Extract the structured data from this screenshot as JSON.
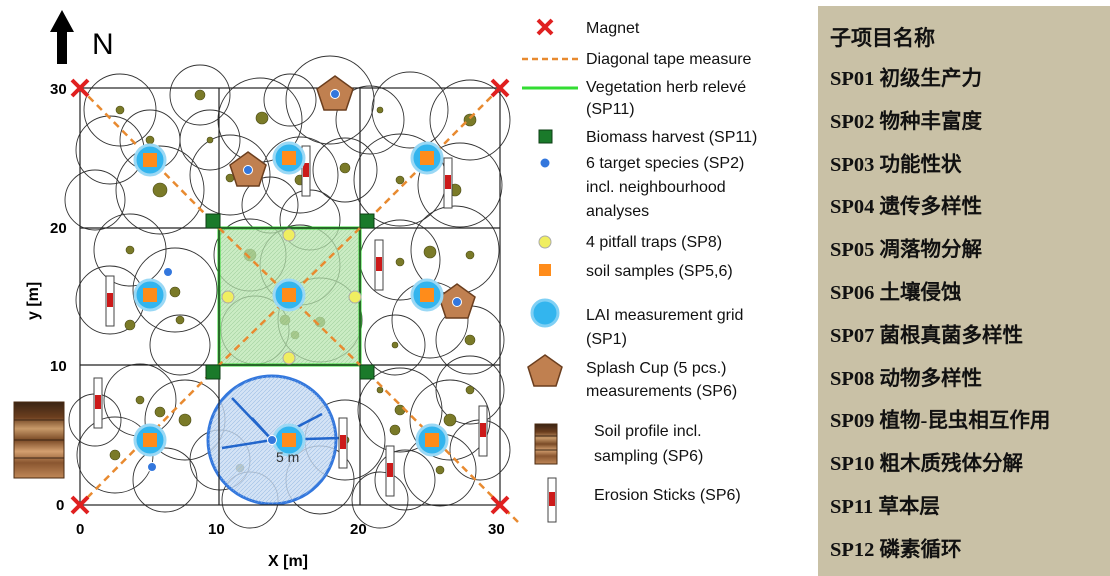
{
  "compass": {
    "label": "N"
  },
  "axes": {
    "x_label": "X [m]",
    "y_label": "y [m]",
    "x_ticks": [
      "0",
      "10",
      "20",
      "30"
    ],
    "y_ticks": [
      "0",
      "10",
      "20",
      "30"
    ]
  },
  "radius_label": "5 m",
  "legend": [
    {
      "key": "magnet",
      "lines": [
        "Magnet"
      ]
    },
    {
      "key": "tape",
      "lines": [
        "Diagonal tape measure"
      ]
    },
    {
      "key": "releve",
      "lines": [
        "Vegetation herb relevé",
        "(SP11)"
      ]
    },
    {
      "key": "biomass",
      "lines": [
        "Biomass harvest (SP11)"
      ]
    },
    {
      "key": "target",
      "lines": [
        "6 target species (SP2)",
        "incl. neighbourhood",
        "analyses"
      ]
    },
    {
      "key": "pitfall",
      "lines": [
        "4 pitfall traps (SP8)"
      ]
    },
    {
      "key": "soil",
      "lines": [
        "soil samples (SP5,6)"
      ]
    },
    {
      "key": "lai",
      "lines": [
        "LAI measurement grid",
        "(SP1)"
      ]
    },
    {
      "key": "splash",
      "lines": [
        "Splash Cup (5 pcs.)",
        "measurements (SP6)"
      ]
    },
    {
      "key": "profile",
      "lines": [
        "Soil profile incl.",
        "sampling  (SP6)"
      ]
    },
    {
      "key": "erosion",
      "lines": [
        "Erosion Sticks (SP6)"
      ]
    }
  ],
  "subprojects": {
    "title": "子项目名称",
    "items": [
      "SP01 初级生产力",
      "SP02 物种丰富度",
      "SP03 功能性状",
      "SP04 遗传多样性",
      "SP05 凋落物分解",
      "SP06 土壤侵蚀",
      "SP07 菌根真菌多样性",
      "SP08 动物多样性",
      "SP09 植物-昆虫相互作用",
      "SP10 粗木质残体分解",
      "SP11 草本层",
      "SP12 磷素循环"
    ]
  },
  "colors": {
    "magnet": "#e02020",
    "tape": "#e88a30",
    "releve": "#33dd33",
    "biomass": "#1a7a2a",
    "target": "#3377dd",
    "pitfall": "#f0ee60",
    "soil": "#ff8c1a",
    "lai": "#33b5ee",
    "splash": "#a0603a",
    "canopy": "#222222",
    "trunk": "#7a7a28",
    "sidebar_bg": "#c9c1a6"
  }
}
